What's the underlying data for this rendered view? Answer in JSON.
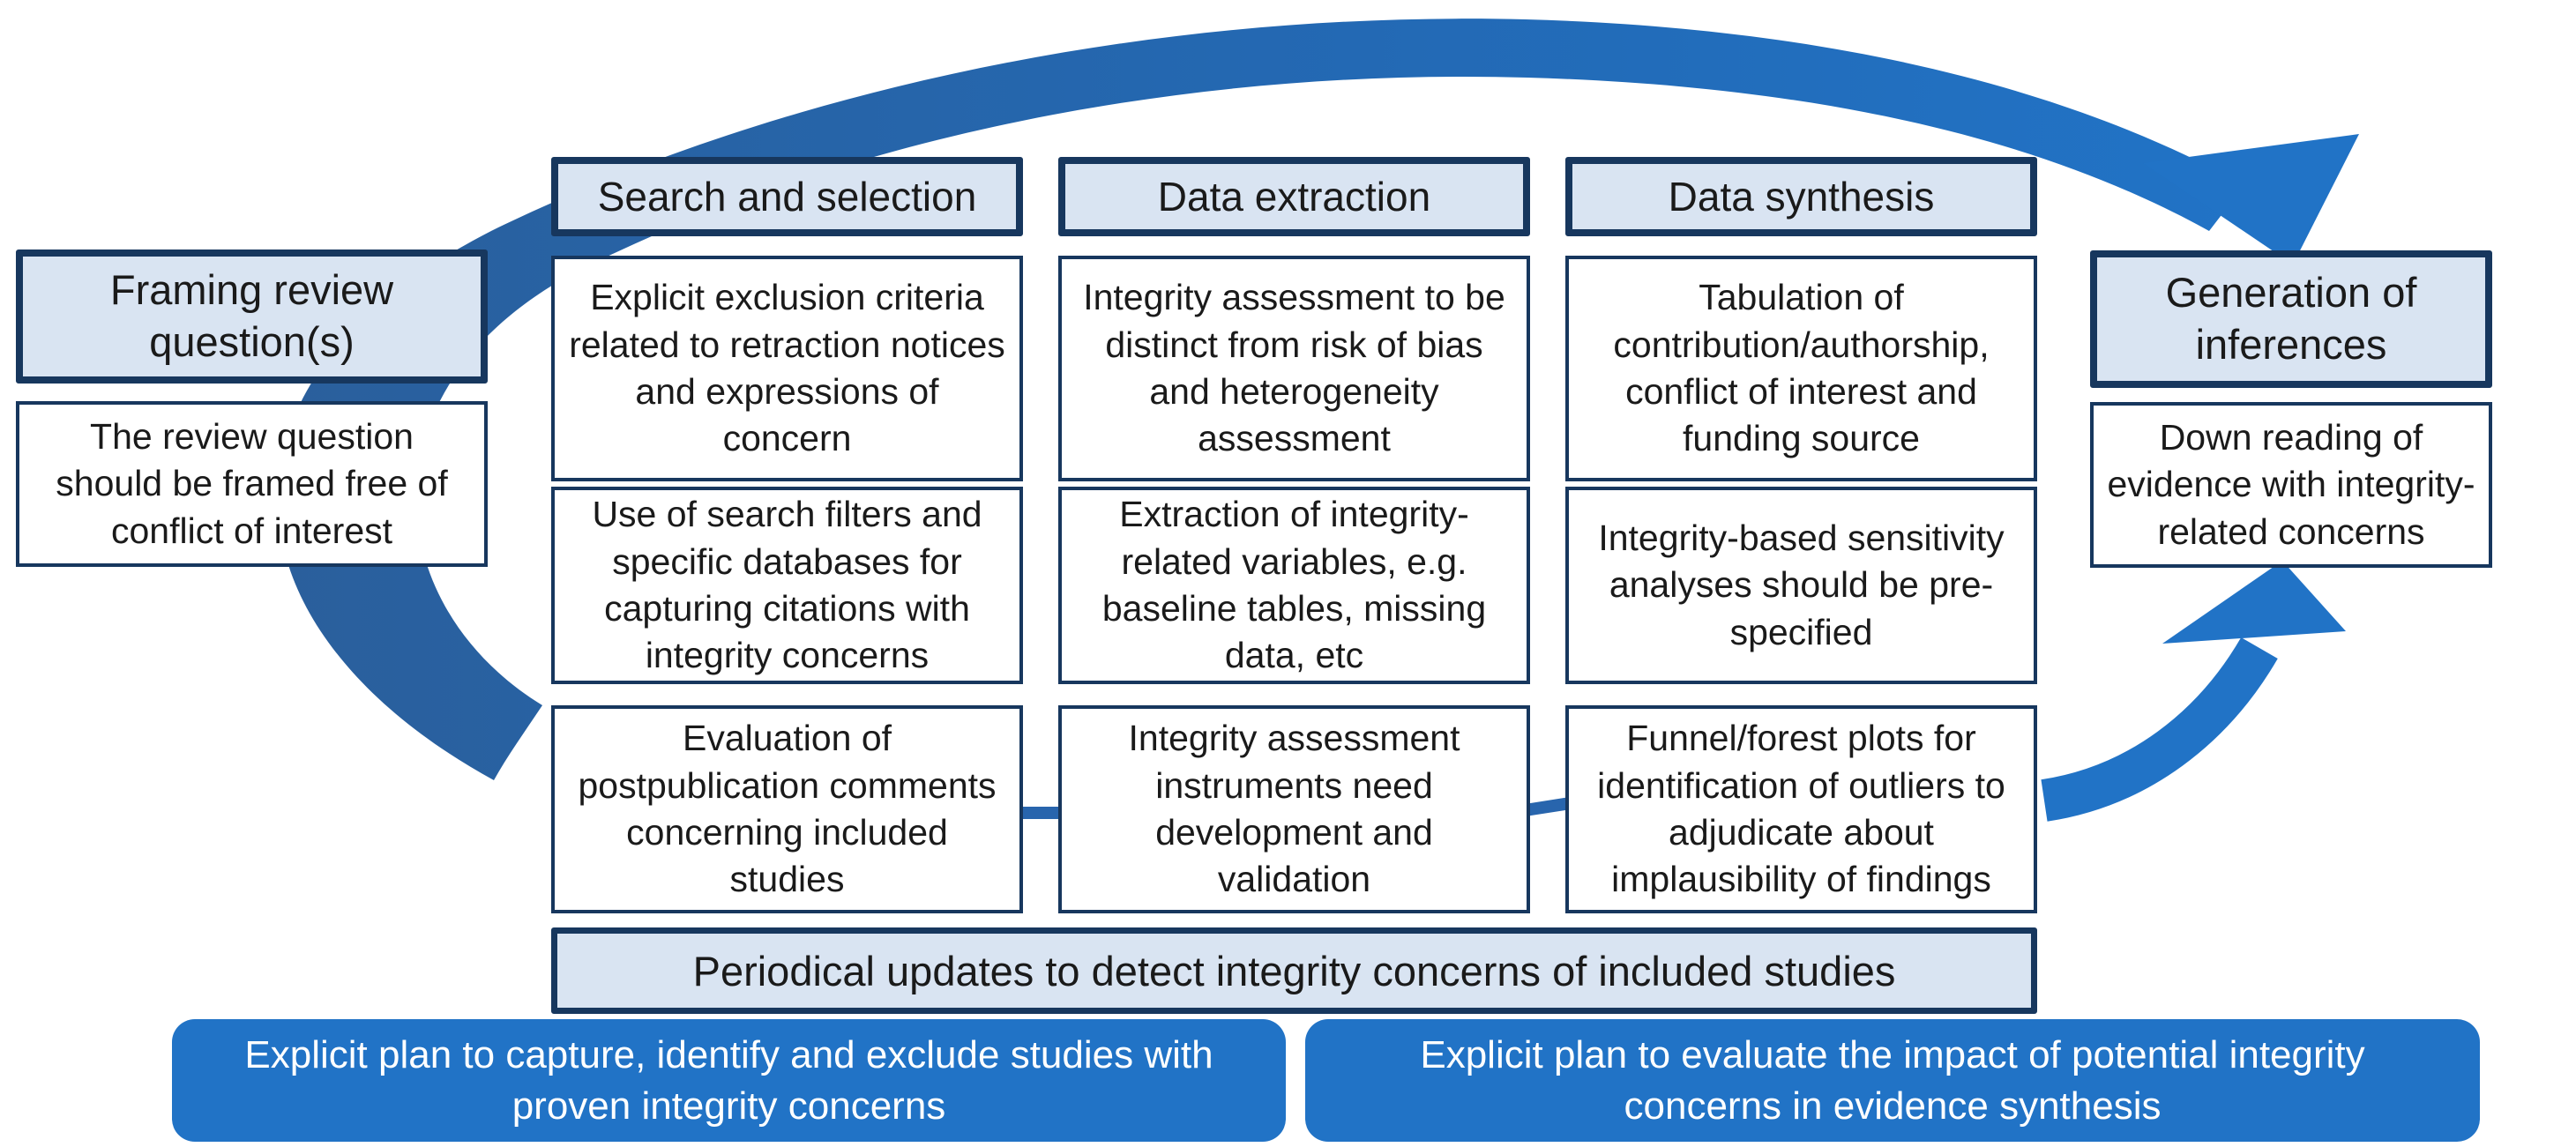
{
  "colors": {
    "navy_border": "#17375e",
    "header_fill": "#d9e4f2",
    "arrow_blue": "#2173c6",
    "arrow_blue_dark": "#2a5f9c",
    "text": "#1a1a1a",
    "plan_fill": "#2173c6"
  },
  "left": {
    "header": "Framing review question(s)",
    "note": "The review question should be framed free of conflict of interest"
  },
  "columns": [
    {
      "header": "Search and selection",
      "boxes": [
        "Explicit exclusion criteria related to retraction notices and expressions of concern",
        "Use of search filters and specific databases for capturing citations with integrity concerns",
        "Evaluation of postpublication comments concerning included studies"
      ]
    },
    {
      "header": "Data extraction",
      "boxes": [
        "Integrity assessment to be distinct from risk of bias and heterogeneity assessment",
        "Extraction of integrity-related variables, e.g. baseline tables, missing data, etc",
        "Integrity assessment instruments need development and validation"
      ]
    },
    {
      "header": "Data synthesis",
      "boxes": [
        "Tabulation of contribution/authorship, conflict of interest and funding source",
        "Integrity-based sensitivity analyses should be pre-specified",
        "Funnel/forest plots for identification of outliers to adjudicate about implausibility of findings"
      ]
    }
  ],
  "right": {
    "header": "Generation of inferences",
    "note": "Down reading of evidence with integrity-related concerns"
  },
  "footer": {
    "periodical": "Periodical updates to detect integrity concerns of included studies",
    "plan_left": "Explicit plan to capture, identify and exclude studies with proven integrity concerns",
    "plan_right": "Explicit plan to evaluate the impact of potential integrity concerns in evidence synthesis"
  },
  "icons": {
    "cycle_arrow": "clockwise process cycle arrow",
    "inference_arrow": "upward arrow to inferences"
  }
}
